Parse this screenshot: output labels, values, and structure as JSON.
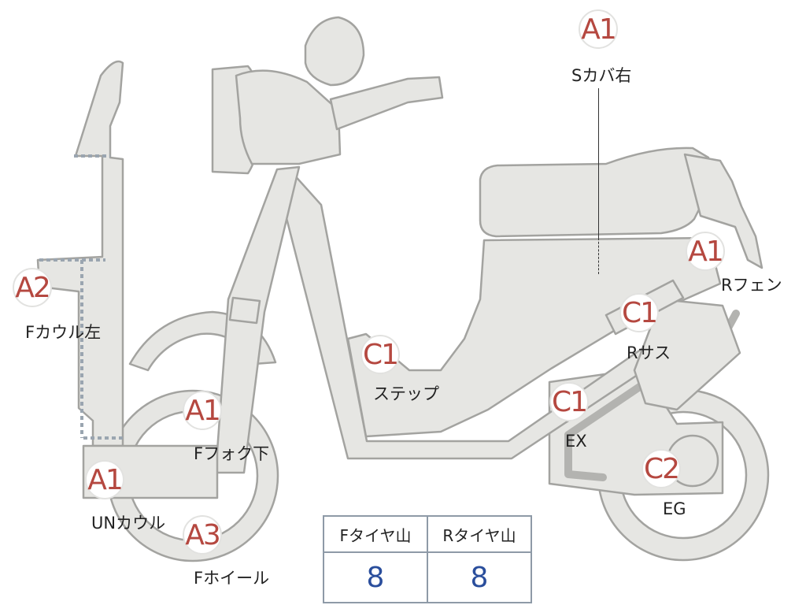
{
  "annotations": [
    {
      "id": "s-cover-right",
      "grade": "A1",
      "part": "Sカバ右"
    },
    {
      "id": "rear-fender",
      "grade": "A1",
      "part": "Rフェン"
    },
    {
      "id": "rear-suspension",
      "grade": "C1",
      "part": "Rサス"
    },
    {
      "id": "exhaust",
      "grade": "C1",
      "part": "EX"
    },
    {
      "id": "engine",
      "grade": "C2",
      "part": "EG"
    },
    {
      "id": "step",
      "grade": "C1",
      "part": "ステップ"
    },
    {
      "id": "front-cowl-left",
      "grade": "A2",
      "part": "Fカウル左"
    },
    {
      "id": "front-fork-lower",
      "grade": "A1",
      "part": "Fフォク下"
    },
    {
      "id": "under-cowl",
      "grade": "A1",
      "part": "UNカウル"
    },
    {
      "id": "front-wheel",
      "grade": "A3",
      "part": "Fホイール"
    }
  ],
  "tire_tread": {
    "front_label": "Fタイヤ山",
    "rear_label": "Rタイヤ山",
    "front_value": "8",
    "rear_value": "8"
  },
  "colors": {
    "grade_text": "#b54840",
    "tread_value": "#2a4e9c",
    "body_fill": "#e6e6e3",
    "outline": "#a3a3a0"
  }
}
